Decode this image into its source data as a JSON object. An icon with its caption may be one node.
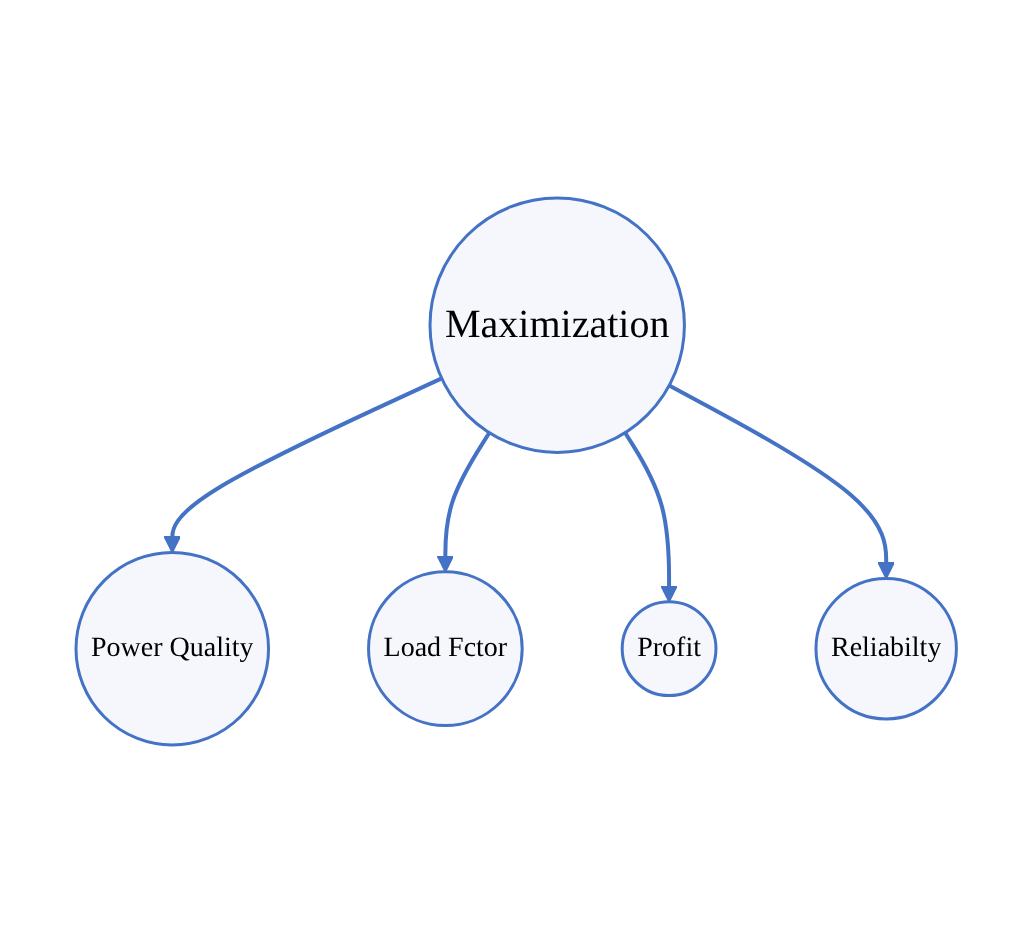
{
  "diagram": {
    "nodes": [
      {
        "text": [
          "Power Quality"
        ]
      },
      {
        "text": [
          "Load Fctor"
        ]
      },
      {
        "text": [
          "Maximization"
        ]
      },
      {
        "text": [
          "Profit"
        ]
      },
      {
        "text": [
          "Reliabilty"
        ]
      }
    ],
    "edges": [
      {
        "from": 2,
        "to": 0,
        "arrow": "to"
      },
      {
        "from": 2,
        "to": 1,
        "arrow": "to"
      },
      {
        "from": 2,
        "to": 3,
        "arrow": "to"
      },
      {
        "from": 2,
        "to": 4,
        "arrow": "to"
      }
    ]
  }
}
